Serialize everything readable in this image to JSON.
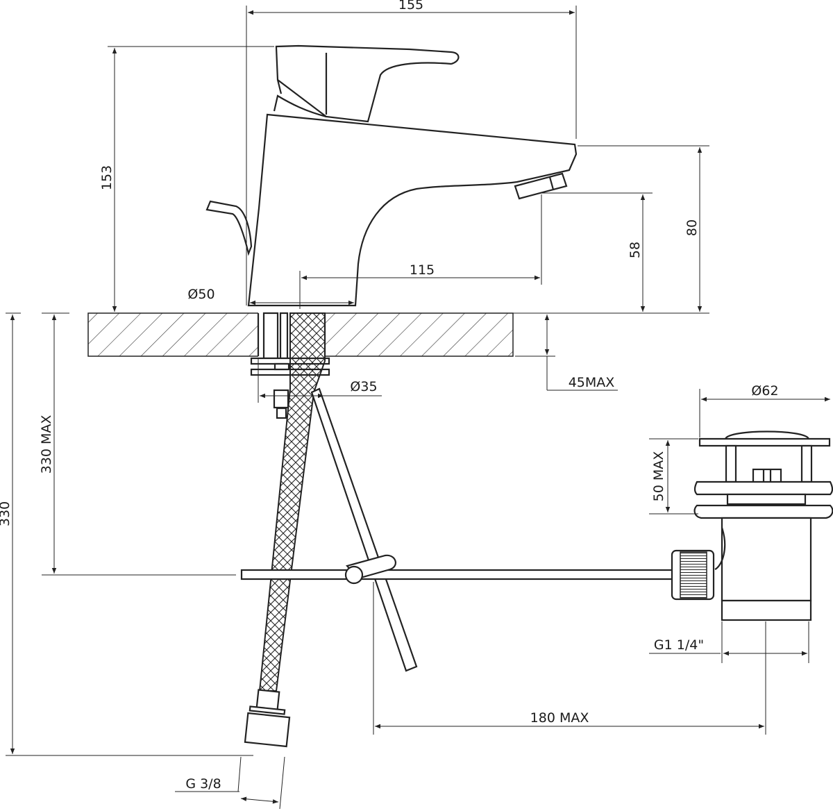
{
  "drawing": {
    "dimensions": {
      "width_155": "155",
      "height_153": "153",
      "reach_115": "115",
      "height_80": "80",
      "height_58": "58",
      "diam_50": "Ø50",
      "diam_35": "Ø35",
      "deck_45max": "45MAX",
      "diam_62": "Ø62",
      "waste_50max": "50 MAX",
      "hose_330max": "330 MAX",
      "hose_330": "330",
      "thread_g114": "G1 1/4\"",
      "rod_180max": "180 MAX",
      "thread_g38": "G 3/8"
    }
  }
}
